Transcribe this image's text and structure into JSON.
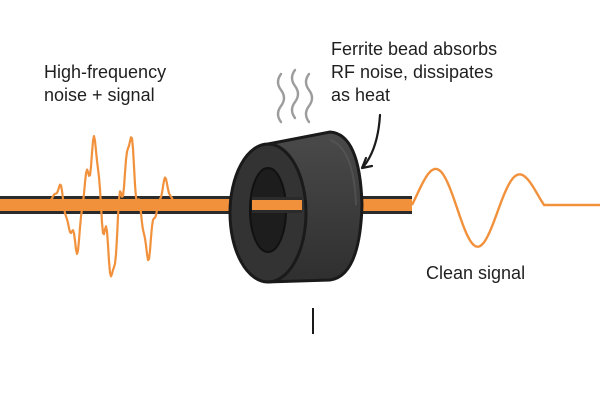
{
  "labels": {
    "noisy_input": [
      "High-frequency",
      "noise + signal"
    ],
    "ferrite_bead": [
      "Ferrite bead absorbs",
      "RF noise, dissipates",
      "as heat"
    ],
    "clean_output": "Clean signal"
  },
  "colors": {
    "wire": "#f2913c",
    "wire_outline": "#2b2b2b",
    "signal_wave": "#f2913c",
    "bead_body": "#3b3b3b",
    "bead_face": "#2e2e2e",
    "bead_hole": "#1d1d1d",
    "heat_wave": "#9c9c9c",
    "text": "#1f1f1f"
  }
}
